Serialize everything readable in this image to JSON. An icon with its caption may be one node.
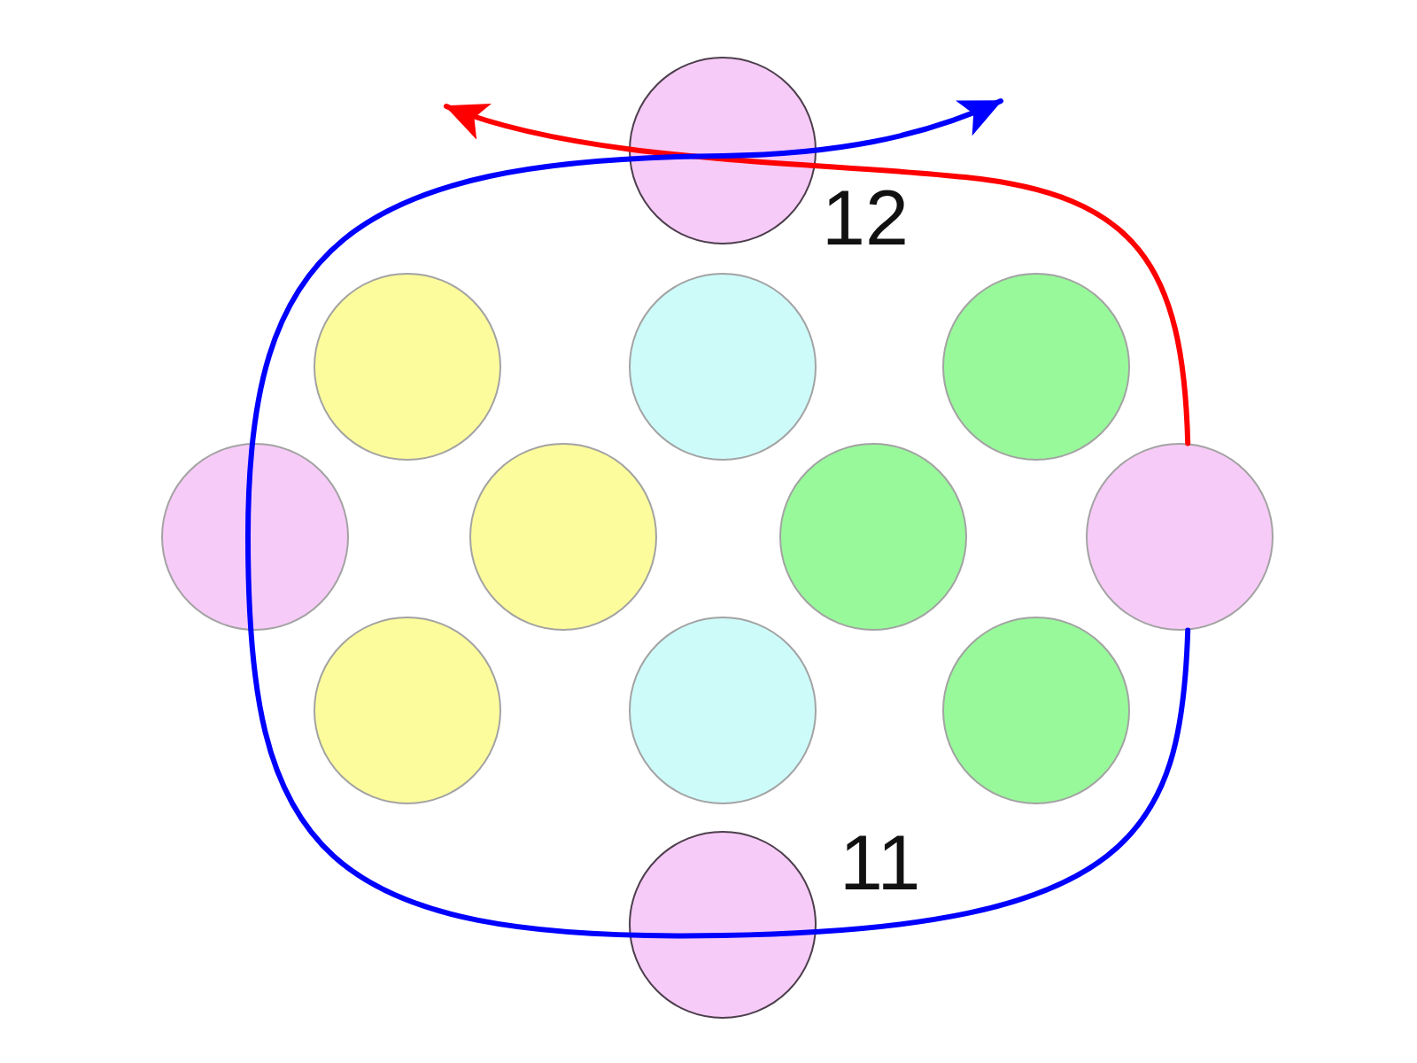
{
  "diagram": {
    "nodes": [
      {
        "text": [],
        "shape": "circle",
        "beside": [
          "12"
        ]
      },
      {
        "text": [],
        "shape": "circle"
      },
      {
        "text": [],
        "shape": "circle"
      },
      {
        "text": [],
        "shape": "circle"
      },
      {
        "text": [],
        "shape": "circle"
      },
      {
        "text": [],
        "shape": "circle"
      },
      {
        "text": [],
        "shape": "circle"
      },
      {
        "text": [],
        "shape": "circle"
      },
      {
        "text": [],
        "shape": "circle"
      },
      {
        "text": [],
        "shape": "circle"
      },
      {
        "text": [],
        "shape": "circle"
      },
      {
        "text": [],
        "shape": "circle",
        "beside": [
          "11"
        ]
      }
    ],
    "edges": [
      {
        "from": 7,
        "to": null,
        "arrow": "to",
        "color": "#ff0000"
      },
      {
        "from": 7,
        "to": null,
        "arrow": "to",
        "color": "#0000ff"
      }
    ]
  }
}
